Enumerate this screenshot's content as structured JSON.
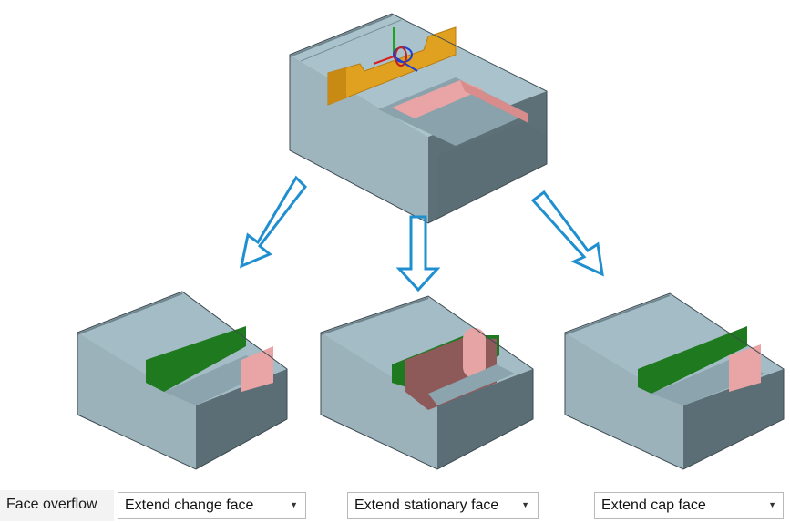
{
  "face_overflow": {
    "label": "Face overflow",
    "options": [
      {
        "value": "Extend change face",
        "caret_icon": "dropdown-caret-icon"
      },
      {
        "value": "Extend stationary face",
        "caret_icon": "dropdown-caret-icon"
      },
      {
        "value": "Extend cap face",
        "caret_icon": "dropdown-caret-icon"
      }
    ]
  },
  "colors": {
    "body": "#a3bcc5",
    "body_dark": "#5b6e75",
    "selected_face": "#e0a020",
    "change_face": "#1f7a1f",
    "stationary_face": "#e7a4a4",
    "arrow": "#1f8fd0"
  },
  "icons": {
    "axis_gizmo": "move-gizmo-icon",
    "arrow": "down-arrow-icon"
  }
}
